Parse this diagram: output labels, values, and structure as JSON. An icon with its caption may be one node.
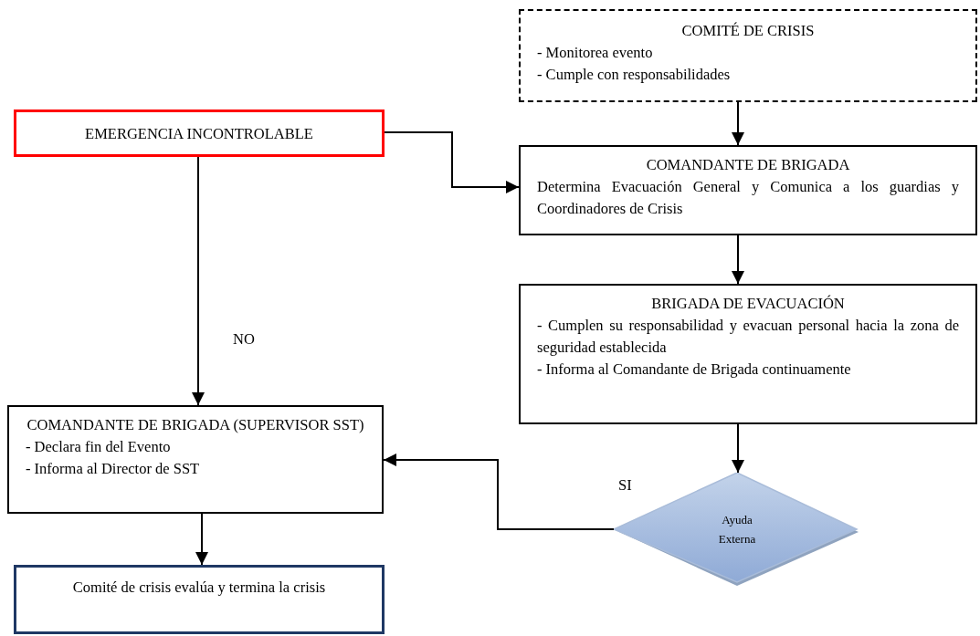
{
  "diagram": {
    "nodes": [
      {
        "text": [
          "COMITÉ DE CRISIS",
          "- Monitorea evento",
          "- Cumple con responsabilidades"
        ]
      },
      {
        "text": [
          "EMERGENCIA INCONTROLABLE"
        ]
      },
      {
        "text": [
          "COMANDANTE DE BRIGADA",
          "Determina Evacuación General y Comunica a los guardias y Coordinadores de Crisis"
        ]
      },
      {
        "text": [
          "BRIGADA DE EVACUACIÓN",
          "- Cumplen su responsabilidad y evacuan personal hacia la zona de seguridad establecida",
          "- Informa al Comandante de Brigada continuamente"
        ]
      },
      {
        "text": [
          "COMANDANTE DE BRIGADA (SUPERVISOR SST)",
          "- Declara fin del Evento",
          "- Informa al Director de SST"
        ]
      },
      {
        "text": [
          "Ayuda Externa"
        ]
      },
      {
        "text": [
          "Comité de crisis evalúa y termina la crisis"
        ]
      }
    ],
    "edges": [
      {
        "from": 0,
        "to": 2,
        "arrow": "to"
      },
      {
        "from": 1,
        "to": 2,
        "arrow": "to"
      },
      {
        "from": 2,
        "to": 3,
        "arrow": "to"
      },
      {
        "from": 1,
        "to": 4,
        "arrow": "to",
        "label": "NO"
      },
      {
        "from": 3,
        "to": 5,
        "arrow": "to"
      },
      {
        "from": 5,
        "to": 4,
        "arrow": "to",
        "label": "SI"
      },
      {
        "from": 4,
        "to": 6,
        "arrow": "to"
      }
    ]
  }
}
